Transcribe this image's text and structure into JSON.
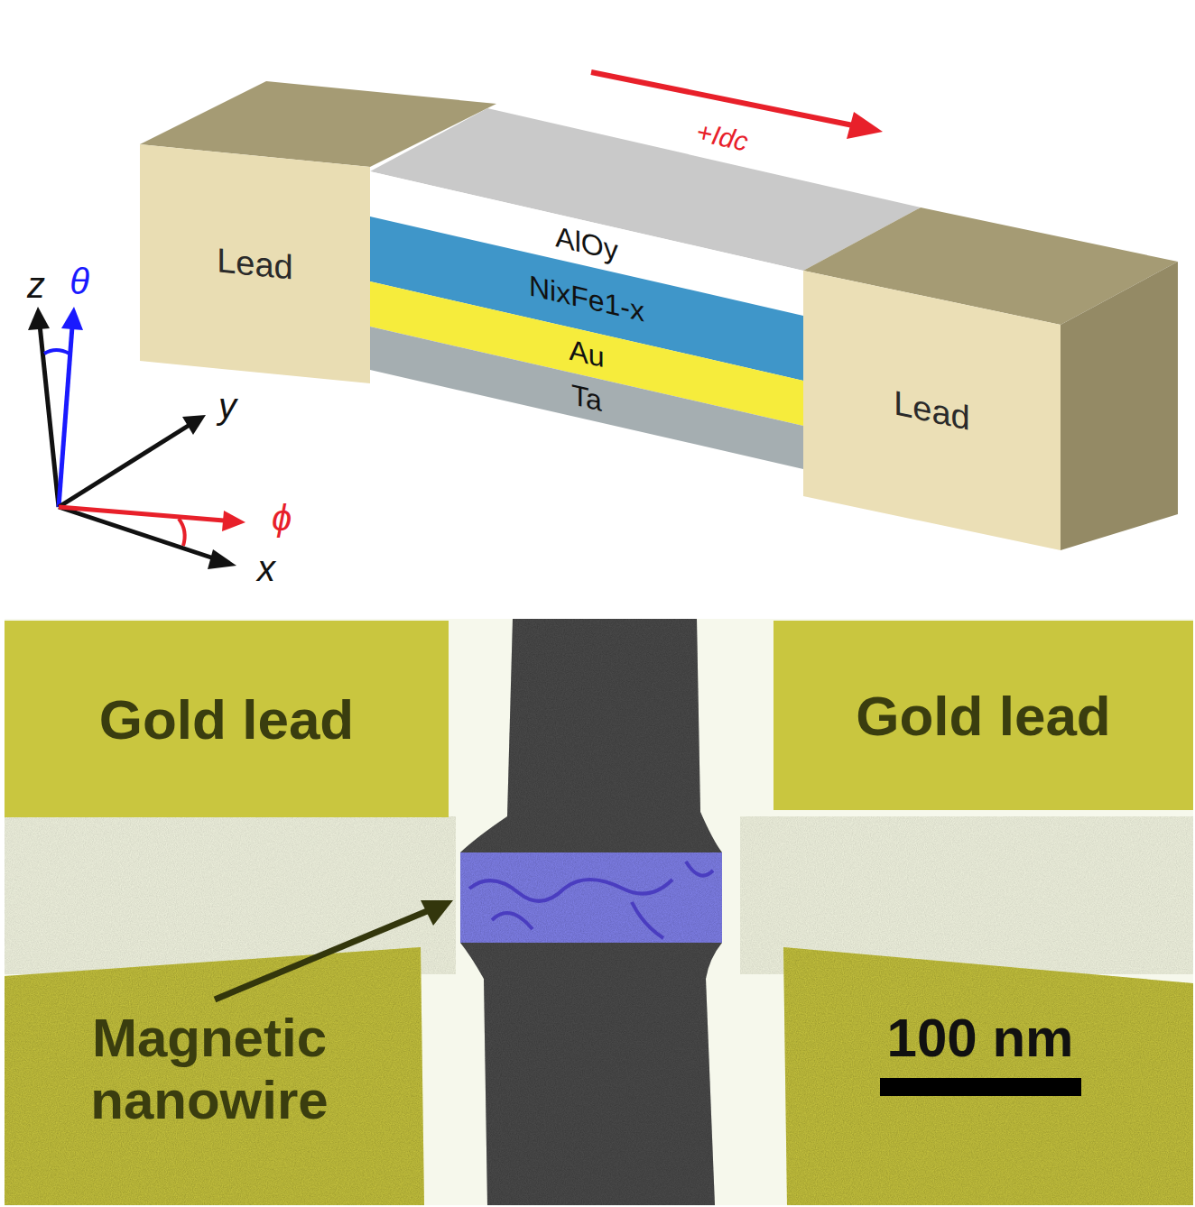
{
  "diagram": {
    "nodes": [
      {
        "text": [
          "Lead"
        ]
      },
      {
        "text": [
          "AlOy"
        ]
      },
      {
        "text": [
          "NixFe1-x"
        ]
      },
      {
        "text": [
          "Au"
        ]
      },
      {
        "text": [
          "Ta"
        ]
      },
      {
        "text": [
          "Lead"
        ]
      },
      {
        "text": [
          "Gold lead"
        ]
      },
      {
        "text": [
          "Gold lead"
        ]
      }
    ],
    "labels": [
      "+Idc",
      "z",
      "θ",
      "y",
      "x",
      "ϕ",
      "Magnetic nanowire",
      "100 nm"
    ]
  }
}
